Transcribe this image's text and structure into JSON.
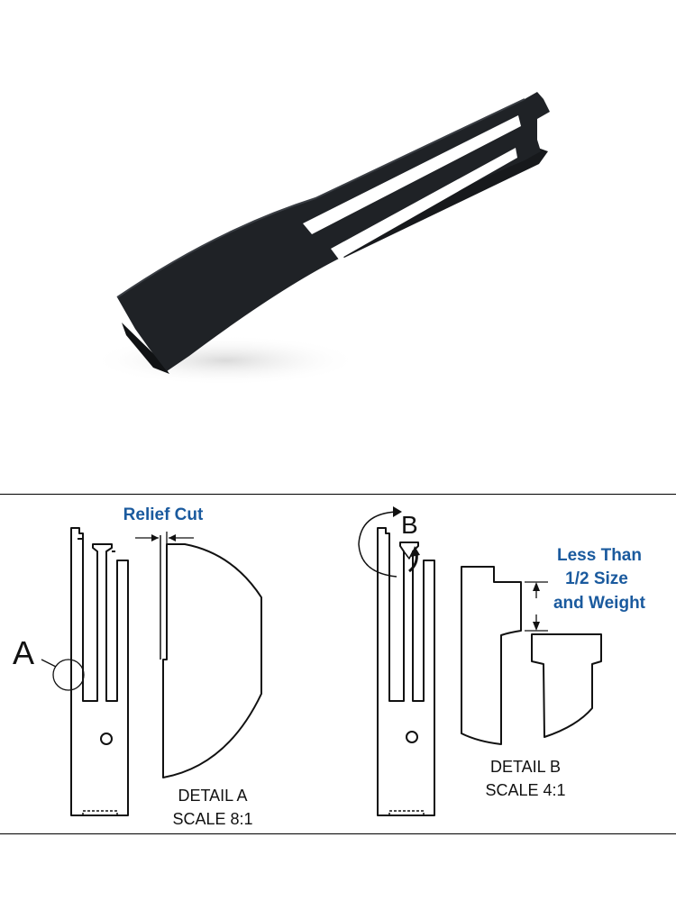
{
  "colors": {
    "part": "#1c1e22",
    "accent_blue": "#1a5a9e",
    "line": "#111111"
  },
  "drawing": {
    "label_a": "A",
    "label_b": "B",
    "relief_cut": "Relief Cut",
    "less_than_line1": "Less Than",
    "less_than_line2": "1/2 Size",
    "less_than_line3": "and Weight",
    "detail_a_title": "DETAIL A",
    "detail_a_scale": "SCALE 8:1",
    "detail_b_title": "DETAIL B",
    "detail_b_scale": "SCALE 4:1"
  }
}
